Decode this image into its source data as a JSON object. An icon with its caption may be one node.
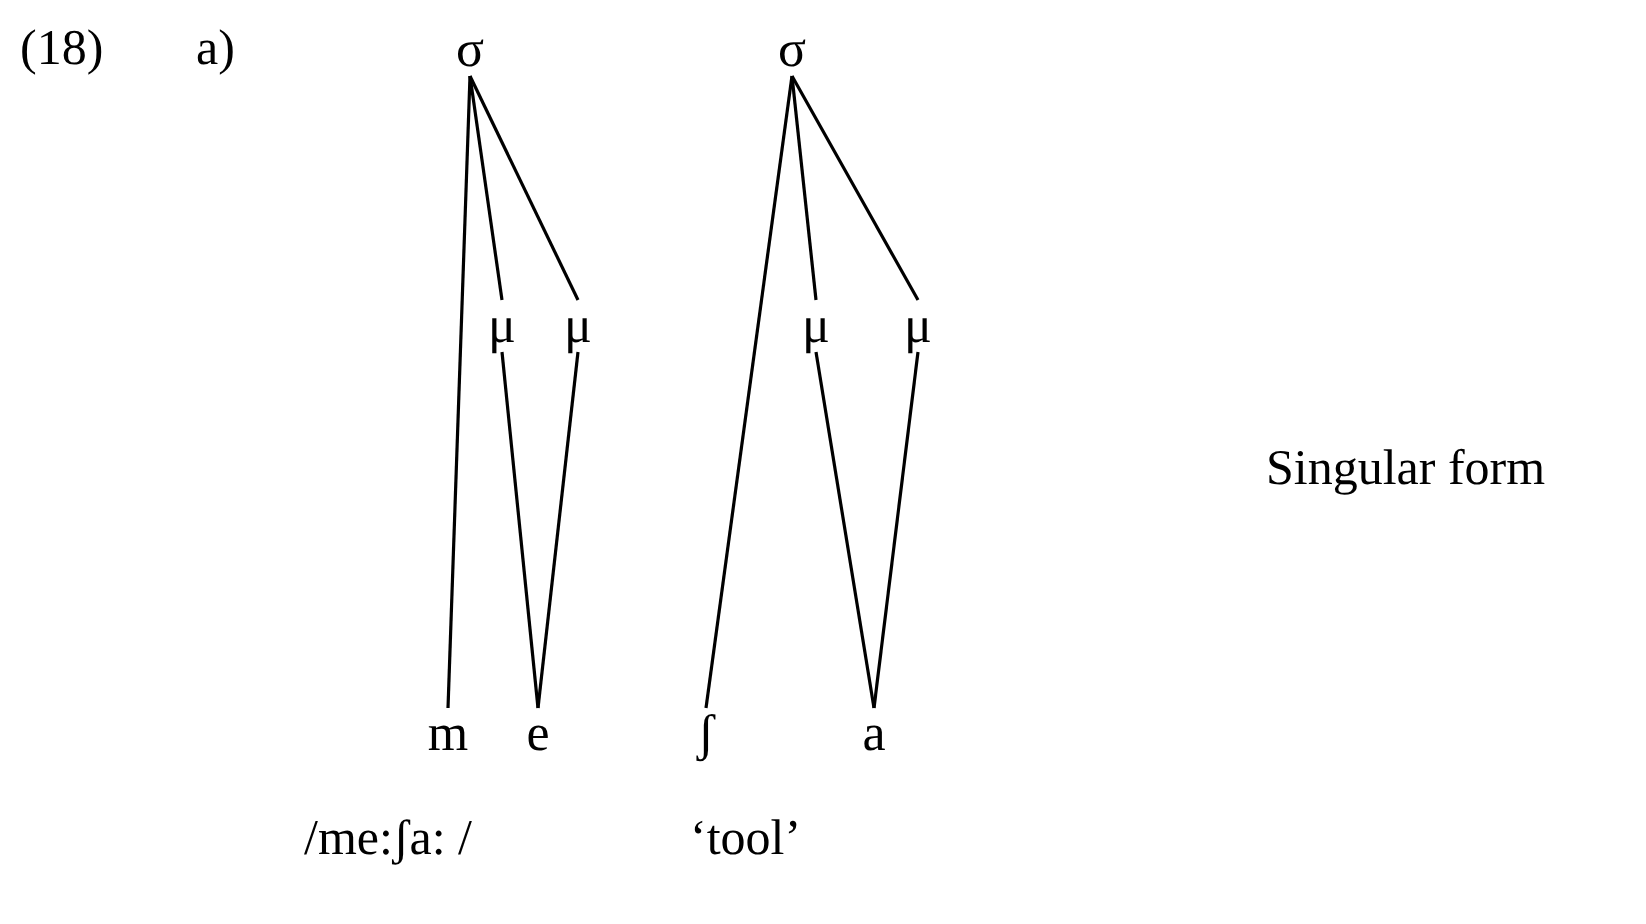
{
  "diagram": {
    "nodes": [
      {
        "text": [
          "σ"
        ]
      },
      {
        "text": [
          "σ"
        ]
      },
      {
        "text": [
          "μ"
        ]
      },
      {
        "text": [
          "μ"
        ]
      },
      {
        "text": [
          "μ"
        ]
      },
      {
        "text": [
          "μ"
        ]
      },
      {
        "text": [
          "m"
        ]
      },
      {
        "text": [
          "e"
        ]
      },
      {
        "text": [
          "ʃ"
        ]
      },
      {
        "text": [
          "a"
        ]
      }
    ],
    "edges": [
      {
        "from": 0,
        "to": 6,
        "arrow": "none"
      },
      {
        "from": 0,
        "to": 2,
        "arrow": "none"
      },
      {
        "from": 0,
        "to": 3,
        "arrow": "none"
      },
      {
        "from": 2,
        "to": 7,
        "arrow": "none"
      },
      {
        "from": 3,
        "to": 7,
        "arrow": "none"
      },
      {
        "from": 1,
        "to": 8,
        "arrow": "none"
      },
      {
        "from": 1,
        "to": 4,
        "arrow": "none"
      },
      {
        "from": 1,
        "to": 5,
        "arrow": "none"
      },
      {
        "from": 4,
        "to": 9,
        "arrow": "none"
      },
      {
        "from": 5,
        "to": 9,
        "arrow": "none"
      }
    ],
    "labels": [
      "(18)",
      "a)",
      "Singular form",
      "/me:ʃa: /",
      "‘tool’"
    ]
  }
}
